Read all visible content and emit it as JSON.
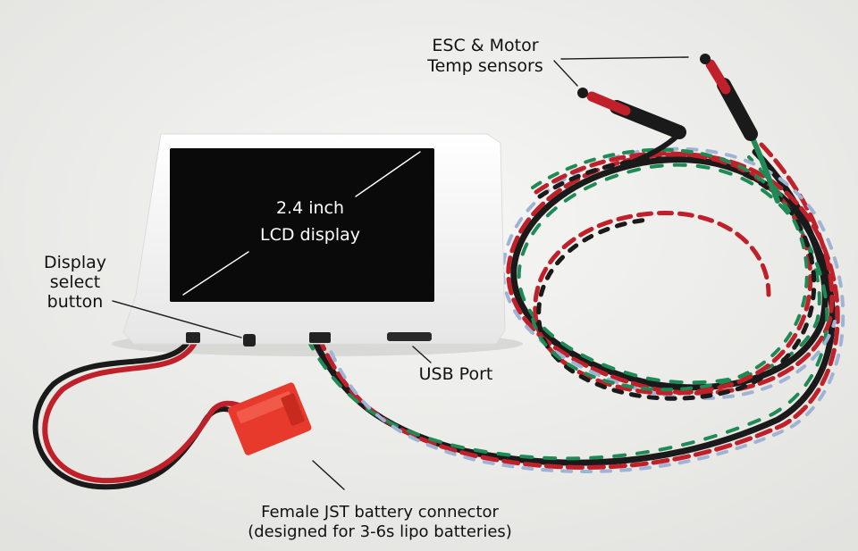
{
  "labels": {
    "sensors": [
      "ESC & Motor",
      "Temp sensors"
    ],
    "lcd": [
      "2.4 inch",
      "LCD display"
    ],
    "select": [
      "Display",
      "select",
      "button"
    ],
    "usb": "USB Port",
    "jst": [
      "Female JST battery connector",
      "(designed for 3-6s lipo batteries)"
    ]
  },
  "colors": {
    "background": "#eeeeec",
    "case": "#f7f7f7",
    "screen": "#0b0a0a",
    "wire_red": "#c0202a",
    "wire_green": "#1f8a55",
    "wire_blue": "#9fb3d4",
    "wire_black": "#1a1a1a",
    "connector": "#e83a2c"
  }
}
